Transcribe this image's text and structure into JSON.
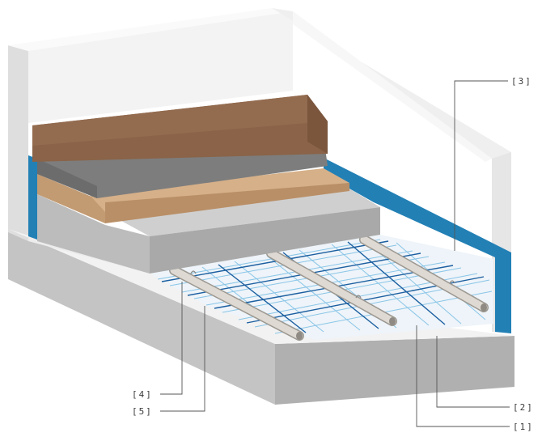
{
  "callouts": [
    {
      "id": "1",
      "label": "[1]"
    },
    {
      "id": "2",
      "label": "[2]"
    },
    {
      "id": "3",
      "label": "[3]"
    },
    {
      "id": "4",
      "label": "[4]"
    },
    {
      "id": "5",
      "label": "[5]"
    }
  ],
  "colors": {
    "wall": "#f1f1f1",
    "wall_shade": "#e3e3e3",
    "slab": "#bfbfbf",
    "insulation": "#f4f4f4",
    "screed": "#b3b3b3",
    "wood": "#c9a47f",
    "dark_floor": "#7a7a7a",
    "brown_board": "#8a6348",
    "membrane": "#2280b5",
    "mesh": "#3aa0dc",
    "pipe": "#dedad3"
  }
}
